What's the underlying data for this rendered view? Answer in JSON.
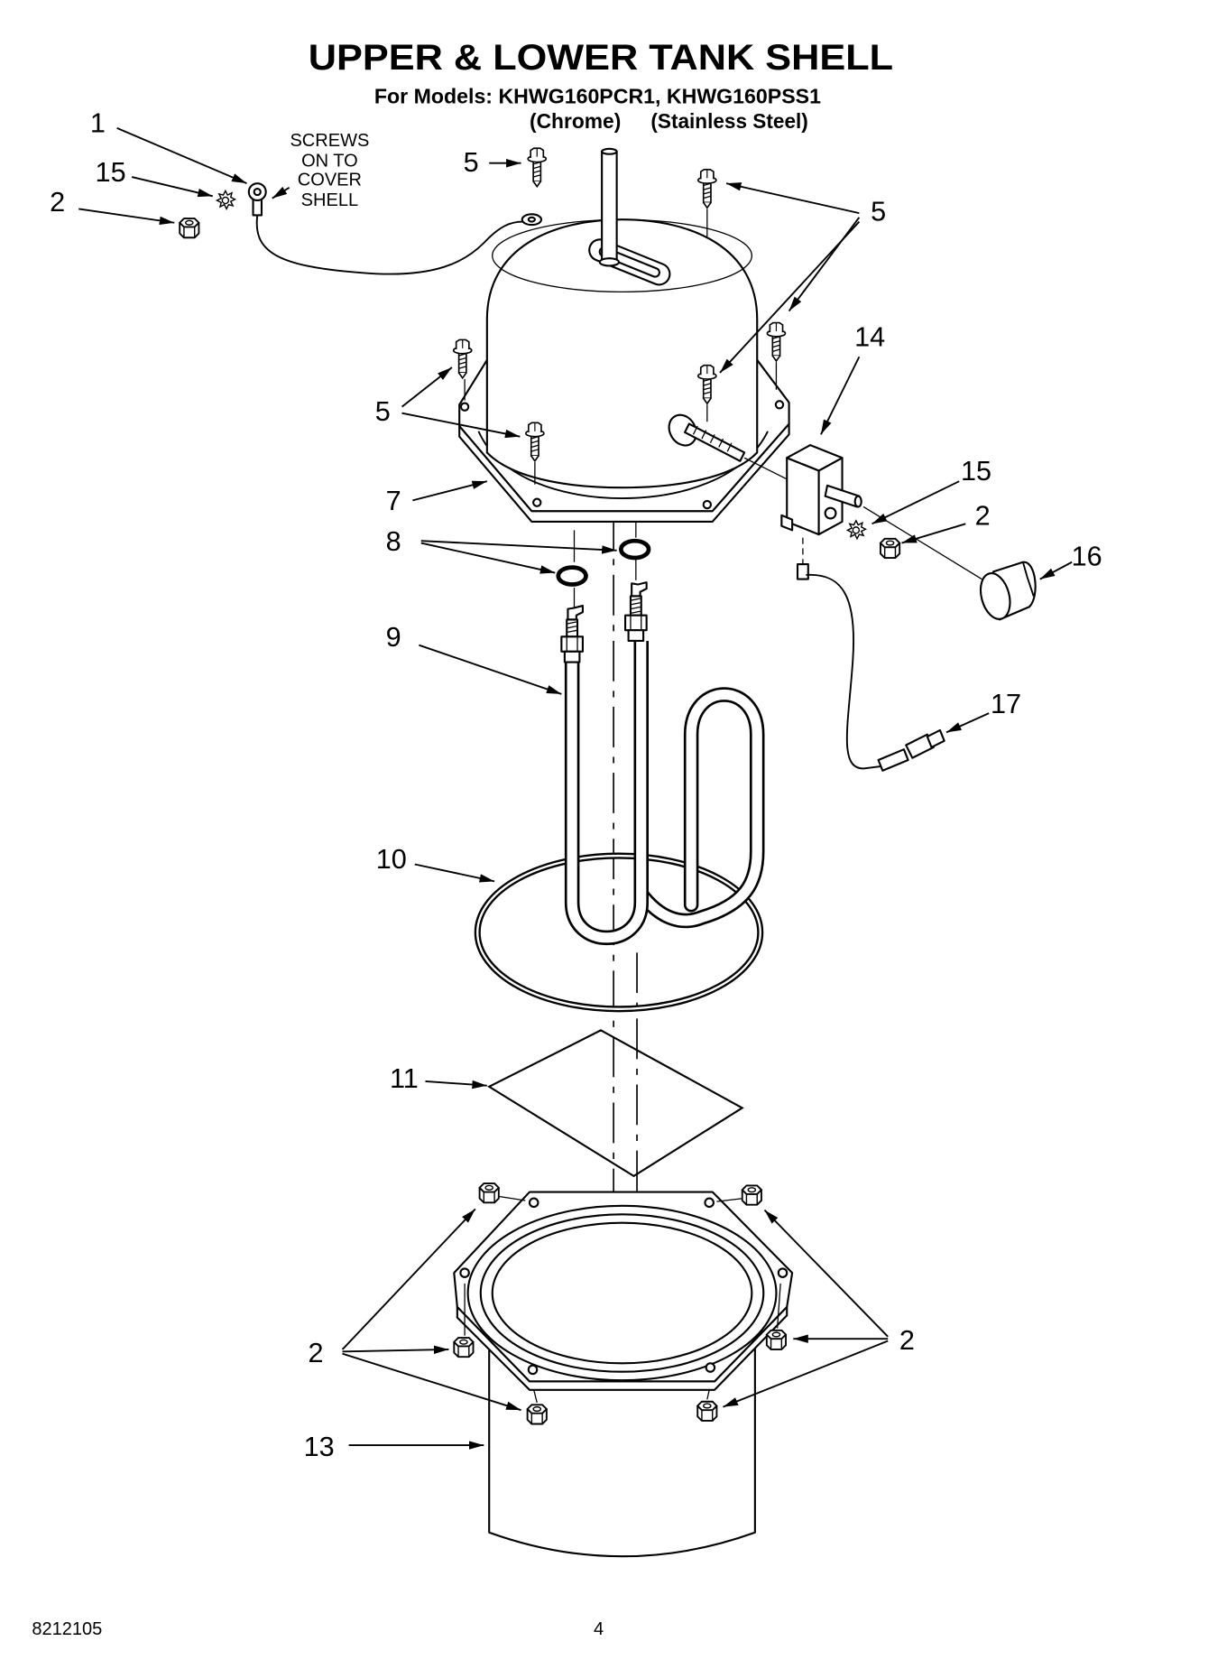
{
  "header": {
    "title": "UPPER & LOWER TANK SHELL",
    "models_line": "For Models: KHWG160PCR1, KHWG160PSS1",
    "finish_chrome": "(Chrome)",
    "finish_stainless": "(Stainless Steel)"
  },
  "note": {
    "lines": [
      "SCREWS",
      "ON TO",
      "COVER",
      "SHELL"
    ]
  },
  "callouts": [
    "1",
    "15",
    "2",
    "5",
    "5",
    "14",
    "5",
    "7",
    "15",
    "2",
    "8",
    "16",
    "9",
    "17",
    "10",
    "11",
    "2",
    "2",
    "13"
  ],
  "footer": {
    "doc_number": "8212105",
    "page_number": "4"
  }
}
